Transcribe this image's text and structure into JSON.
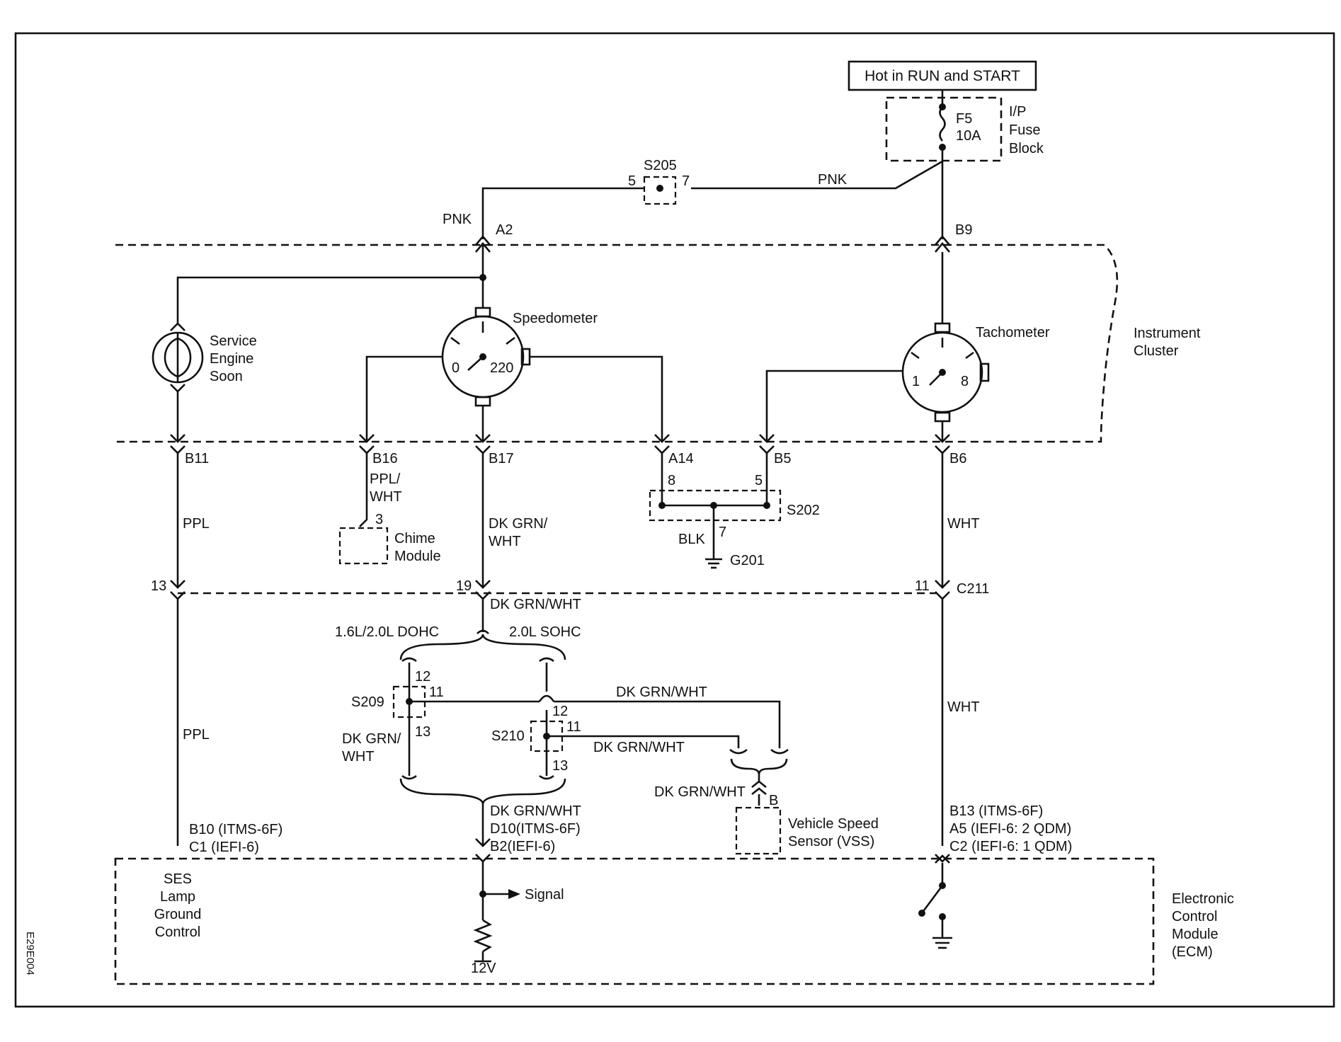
{
  "labels": {
    "hot_in_run": "Hot in RUN and START",
    "fuse_name": "F5",
    "fuse_rating": "10A",
    "fuse_block_1": "I/P",
    "fuse_block_2": "Fuse",
    "fuse_block_3": "Block",
    "s205": "S205",
    "s205_pin5": "5",
    "s205_pin7": "7",
    "pnk_top": "PNK",
    "pnk_left": "PNK",
    "conn_a2": "A2",
    "conn_b9": "B9",
    "instrument_cluster_1": "Instrument",
    "instrument_cluster_2": "Cluster",
    "ses_1": "Service",
    "ses_2": "Engine",
    "ses_3": "Soon",
    "speedometer": "Speedometer",
    "speedo_min": "0",
    "speedo_max": "220",
    "tachometer": "Tachometer",
    "tach_min": "1",
    "tach_max": "8",
    "conn_b11": "B11",
    "conn_b16": "B16",
    "conn_b17": "B17",
    "conn_a14": "A14",
    "conn_b5": "B5",
    "conn_b6": "B6",
    "ppl_wht_1": "PPL/",
    "ppl_wht_2": "WHT",
    "chime_pin": "3",
    "chime_1": "Chime",
    "chime_2": "Module",
    "ppl_upper": "PPL",
    "dkgrn_wht_1": "DK GRN/",
    "dkgrn_wht_2": "WHT",
    "s202_pin8": "8",
    "s202_pin5": "5",
    "s202": "S202",
    "s202_pin7": "7",
    "blk": "BLK",
    "g201": "G201",
    "wht_upper": "WHT",
    "c211_pin13": "13",
    "c211_pin19": "19",
    "c211_pin11": "11",
    "c211": "C211",
    "dkgrnwht_c211": "DK GRN/WHT",
    "dohc": "1.6L/2.0L DOHC",
    "sohc": "2.0L SOHC",
    "s209": "S209",
    "s209_pin12": "12",
    "s209_pin11": "11",
    "s209_pin13": "13",
    "s210": "S210",
    "s210_pin12": "12",
    "s210_pin11": "11",
    "s210_pin13": "13",
    "dkgrnwht_a": "DK GRN/WHT",
    "dkgrnwht_b": "DK GRN/WHT",
    "dkgrnwht_left_1": "DK GRN/",
    "dkgrnwht_left_2": "WHT",
    "ppl_lower": "PPL",
    "wht_lower": "WHT",
    "vss_wire": "DK GRN/WHT",
    "vss_pin": "B",
    "vss_1": "Vehicle Speed",
    "vss_2": "Sensor (VSS)",
    "b10_1": "B10 (ITMS-6F)",
    "b10_2": "C1 (IEFI-6)",
    "ecm_mid_1": "DK GRN/WHT",
    "ecm_mid_2": "D10(ITMS-6F)",
    "ecm_mid_3": "B2(IEFI-6)",
    "b13_1": "B13 (ITMS-6F)",
    "b13_2": "A5 (IEFI-6: 2 QDM)",
    "b13_3": "C2 (IEFI-6: 1 QDM)",
    "ses_lamp_1": "SES",
    "ses_lamp_2": "Lamp",
    "ses_lamp_3": "Ground",
    "ses_lamp_4": "Control",
    "signal": "Signal",
    "v12": "12V",
    "ecm_1": "Electronic",
    "ecm_2": "Control",
    "ecm_3": "Module",
    "ecm_4": "(ECM)",
    "diagram_code": "E29E004"
  }
}
